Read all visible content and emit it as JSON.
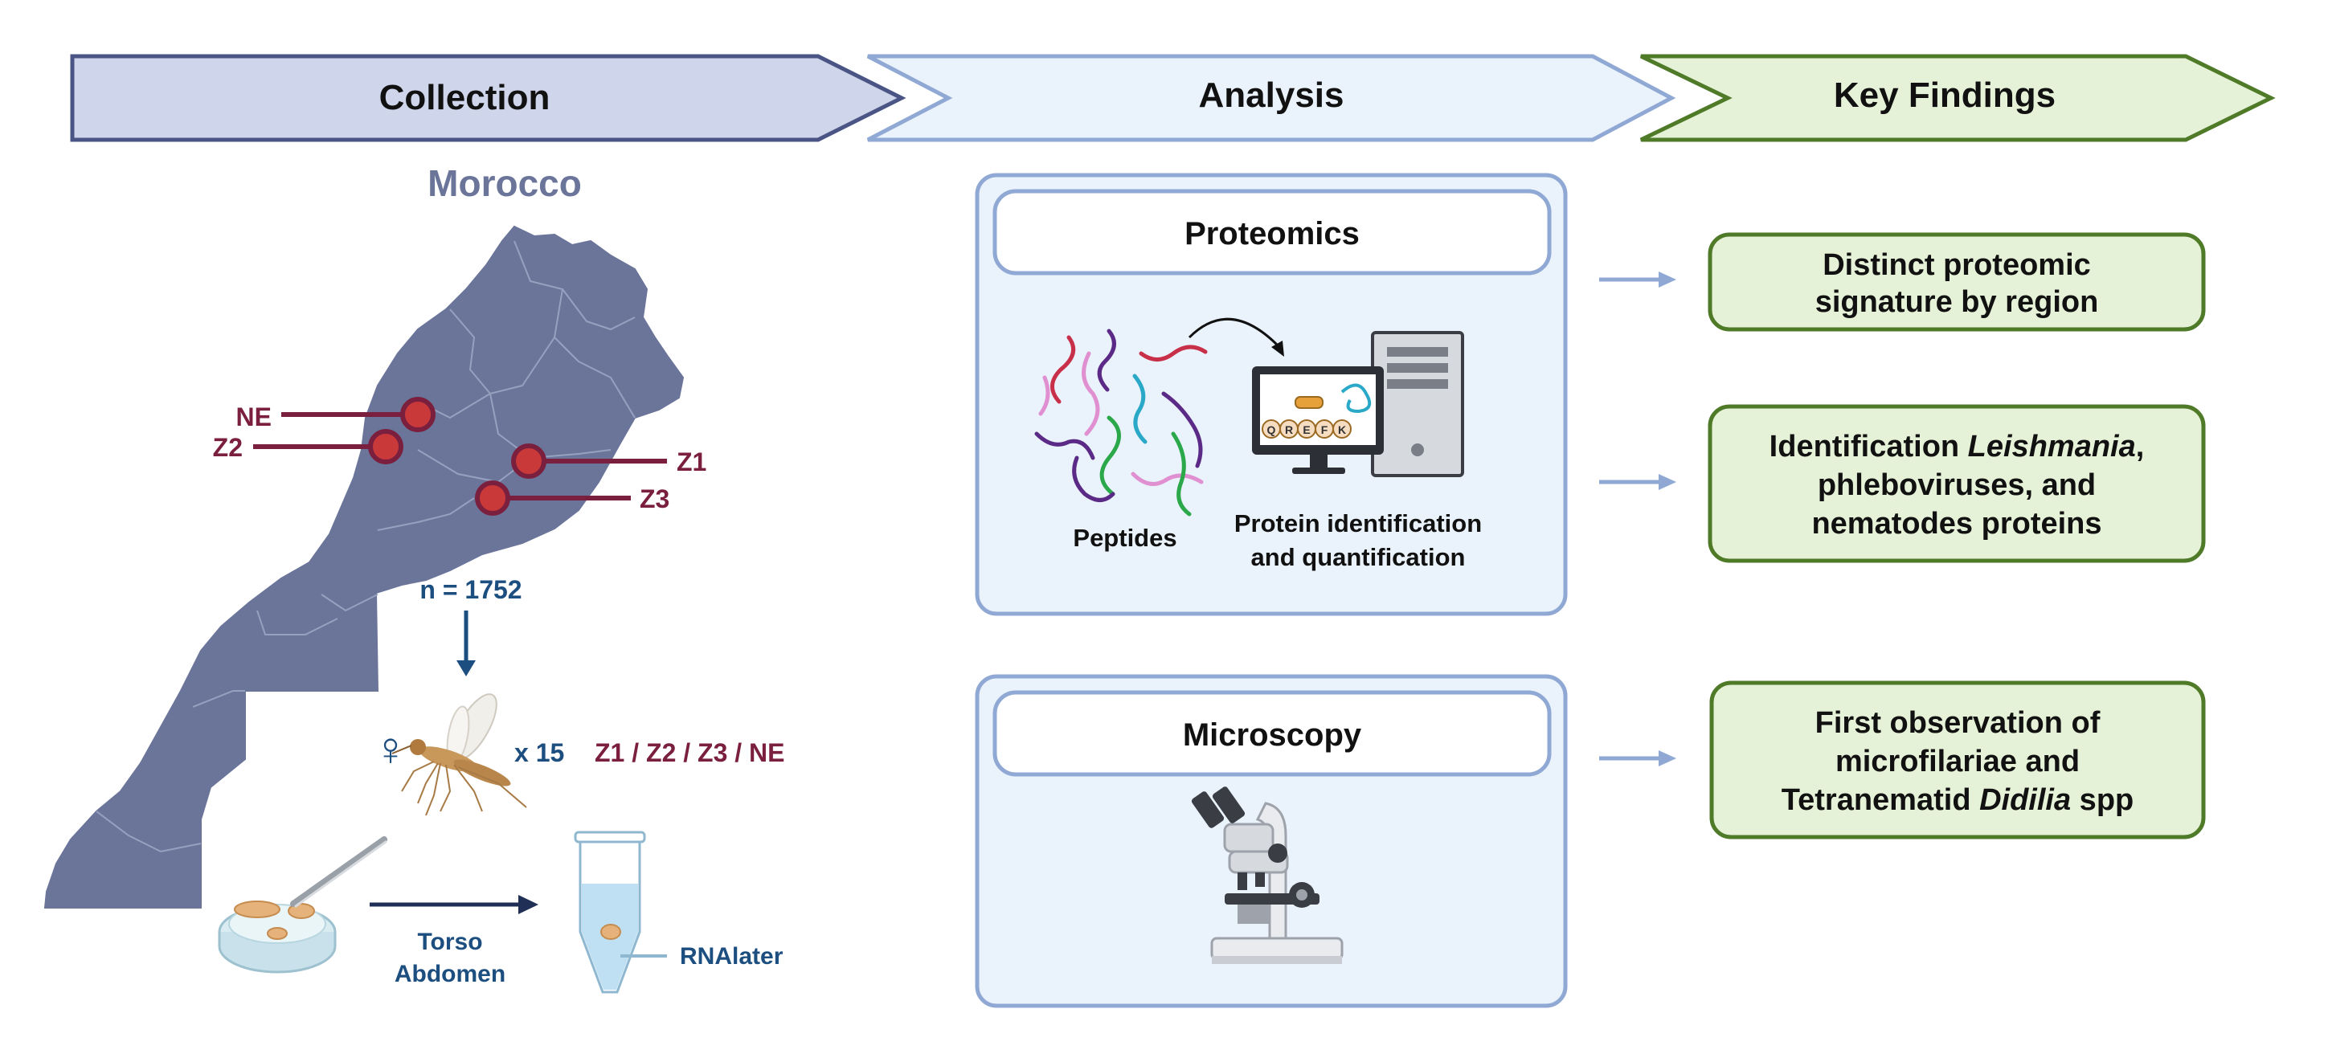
{
  "header": {
    "collection": "Collection",
    "analysis": "Analysis",
    "findings": "Key Findings"
  },
  "collection": {
    "country": "Morocco",
    "sites": [
      "NE",
      "Z2",
      "Z1",
      "Z3"
    ],
    "sample_count": "n = 1752",
    "female_symbol": "♀",
    "multiplier": "x 15",
    "groups": "Z1 / Z2 / Z3 / NE",
    "tissue_line1": "Torso",
    "tissue_line2": "Abdomen",
    "reagent": "RNAlater"
  },
  "analysis": {
    "proteomics": {
      "title": "Proteomics",
      "peptides_label": "Peptides",
      "protein_line1": "Protein identification",
      "protein_line2": "and quantification",
      "sequence": [
        "Q",
        "R",
        "E",
        "F",
        "K"
      ]
    },
    "microscopy": {
      "title": "Microscopy"
    }
  },
  "findings": {
    "f1_line1": "Distinct proteomic",
    "f1_line2": "signature by region",
    "f2_line1_pre": "Identification ",
    "f2_line1_ital": "Leishmania",
    "f2_line1_post": ",",
    "f2_line2": "phleboviruses, and",
    "f2_line3": "nematodes proteins",
    "f3_line1": "First observation of",
    "f3_line2": "microfilariae and",
    "f3_line3_pre": "Tetranematid ",
    "f3_line3_ital": "Didilia",
    "f3_line3_post": " spp"
  },
  "colors": {
    "map": "#6b759a",
    "site_red": "#c9393a",
    "site_line": "#7a1f3d",
    "blue_text": "#1c4e80",
    "collection_fill": "#cfd5ea",
    "collection_stroke": "#4a5585",
    "analysis_fill": "#eaf2fb",
    "analysis_stroke": "#8fa8d4",
    "findings_fill": "#e6f2d8",
    "findings_stroke": "#4f7a28"
  }
}
